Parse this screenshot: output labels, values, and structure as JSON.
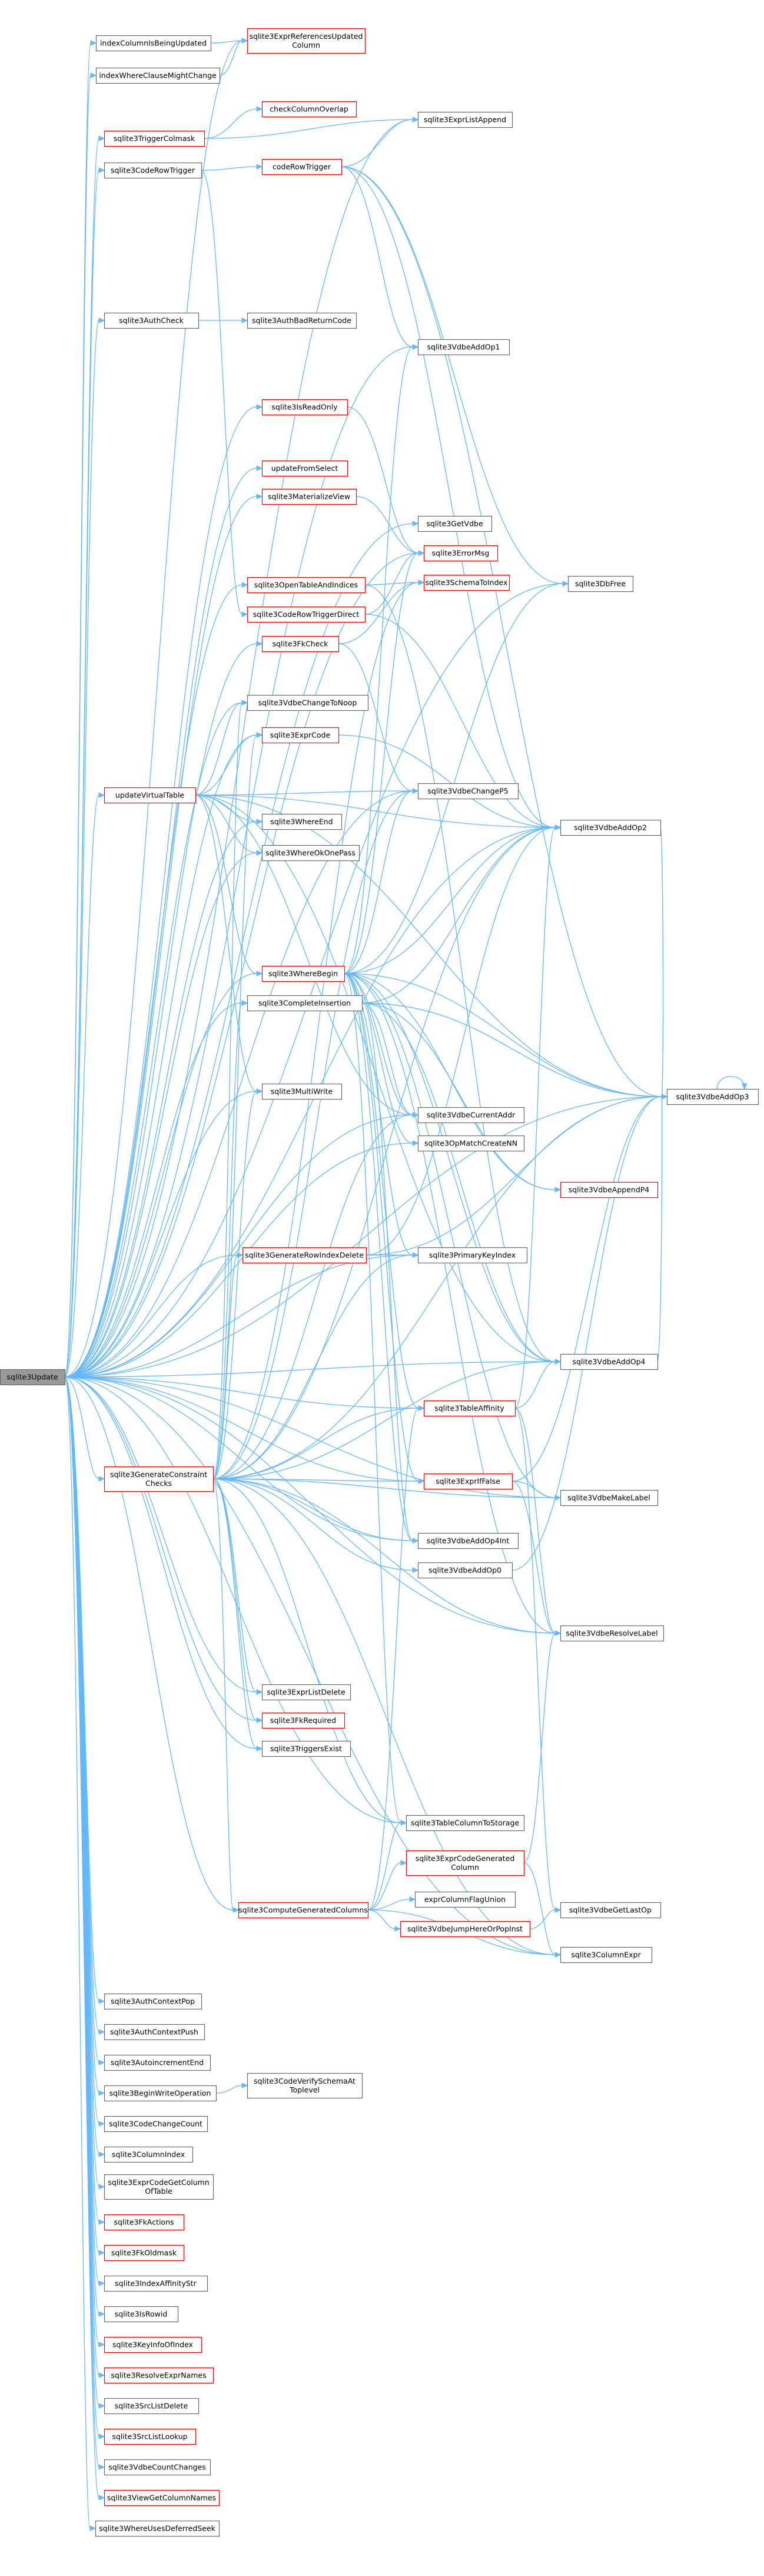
{
  "graph": {
    "root": "n0",
    "nodes": [
      {
        "id": "n0",
        "lines": [
          "sqlite3Update"
        ],
        "kind": "root"
      },
      {
        "id": "n1",
        "lines": [
          "indexColumnIsBeingUpdated"
        ],
        "kind": "normal"
      },
      {
        "id": "n2",
        "lines": [
          "indexWhereClauseMightChange"
        ],
        "kind": "normal"
      },
      {
        "id": "n3",
        "lines": [
          "sqlite3TriggerColmask"
        ],
        "kind": "red"
      },
      {
        "id": "n4",
        "lines": [
          "sqlite3CodeRowTrigger"
        ],
        "kind": "normal"
      },
      {
        "id": "n5",
        "lines": [
          "sqlite3AuthCheck"
        ],
        "kind": "normal"
      },
      {
        "id": "n6",
        "lines": [
          "updateVirtualTable"
        ],
        "kind": "red"
      },
      {
        "id": "n7",
        "lines": [
          "sqlite3GenerateConstraint",
          "Checks"
        ],
        "kind": "red"
      },
      {
        "id": "n8",
        "lines": [
          "sqlite3AuthContextPop"
        ],
        "kind": "normal"
      },
      {
        "id": "n9",
        "lines": [
          "sqlite3AuthContextPush"
        ],
        "kind": "normal"
      },
      {
        "id": "n10",
        "lines": [
          "sqlite3AutoincrementEnd"
        ],
        "kind": "normal"
      },
      {
        "id": "n11",
        "lines": [
          "sqlite3BeginWriteOperation"
        ],
        "kind": "normal"
      },
      {
        "id": "n12",
        "lines": [
          "sqlite3CodeChangeCount"
        ],
        "kind": "normal"
      },
      {
        "id": "n13",
        "lines": [
          "sqlite3ColumnIndex"
        ],
        "kind": "normal"
      },
      {
        "id": "n14",
        "lines": [
          "sqlite3ExprCodeGetColumn",
          "OfTable"
        ],
        "kind": "normal"
      },
      {
        "id": "n15",
        "lines": [
          "sqlite3FkActions"
        ],
        "kind": "red"
      },
      {
        "id": "n16",
        "lines": [
          "sqlite3FkOldmask"
        ],
        "kind": "red"
      },
      {
        "id": "n17",
        "lines": [
          "sqlite3IndexAffinityStr"
        ],
        "kind": "normal"
      },
      {
        "id": "n18",
        "lines": [
          "sqlite3IsRowid"
        ],
        "kind": "normal"
      },
      {
        "id": "n19",
        "lines": [
          "sqlite3KeyInfoOfIndex"
        ],
        "kind": "red"
      },
      {
        "id": "n20",
        "lines": [
          "sqlite3ResolveExprNames"
        ],
        "kind": "red"
      },
      {
        "id": "n21",
        "lines": [
          "sqlite3SrcListDelete"
        ],
        "kind": "normal"
      },
      {
        "id": "n22",
        "lines": [
          "sqlite3SrcListLookup"
        ],
        "kind": "red"
      },
      {
        "id": "n23",
        "lines": [
          "sqlite3VdbeCountChanges"
        ],
        "kind": "normal"
      },
      {
        "id": "n24",
        "lines": [
          "sqlite3ViewGetColumnNames"
        ],
        "kind": "red"
      },
      {
        "id": "n25",
        "lines": [
          "sqlite3WhereUsesDeferredSeek"
        ],
        "kind": "normal"
      },
      {
        "id": "n26",
        "lines": [
          "sqlite3ExprReferencesUpdated",
          "Column"
        ],
        "kind": "red"
      },
      {
        "id": "n27",
        "lines": [
          "checkColumnOverlap"
        ],
        "kind": "red"
      },
      {
        "id": "n28",
        "lines": [
          "codeRowTrigger"
        ],
        "kind": "red"
      },
      {
        "id": "n29",
        "lines": [
          "sqlite3AuthBadReturnCode"
        ],
        "kind": "normal"
      },
      {
        "id": "n30",
        "lines": [
          "sqlite3IsReadOnly"
        ],
        "kind": "red"
      },
      {
        "id": "n31",
        "lines": [
          "updateFromSelect"
        ],
        "kind": "red"
      },
      {
        "id": "n32",
        "lines": [
          "sqlite3MaterializeView"
        ],
        "kind": "red"
      },
      {
        "id": "n33",
        "lines": [
          "sqlite3OpenTableAndIndices"
        ],
        "kind": "red"
      },
      {
        "id": "n34",
        "lines": [
          "sqlite3CodeRowTriggerDirect"
        ],
        "kind": "red"
      },
      {
        "id": "n35",
        "lines": [
          "sqlite3FkCheck"
        ],
        "kind": "red"
      },
      {
        "id": "n36",
        "lines": [
          "sqlite3VdbeChangeToNoop"
        ],
        "kind": "normal"
      },
      {
        "id": "n37",
        "lines": [
          "sqlite3ExprCode"
        ],
        "kind": "red"
      },
      {
        "id": "n38",
        "lines": [
          "sqlite3WhereEnd"
        ],
        "kind": "normal"
      },
      {
        "id": "n39",
        "lines": [
          "sqlite3WhereOkOnePass"
        ],
        "kind": "normal"
      },
      {
        "id": "n40",
        "lines": [
          "sqlite3WhereBegin"
        ],
        "kind": "red"
      },
      {
        "id": "n41",
        "lines": [
          "sqlite3CompleteInsertion"
        ],
        "kind": "normal"
      },
      {
        "id": "n42",
        "lines": [
          "sqlite3MultiWrite"
        ],
        "kind": "normal"
      },
      {
        "id": "n43",
        "lines": [
          "sqlite3GenerateRowIndexDelete"
        ],
        "kind": "red"
      },
      {
        "id": "n44",
        "lines": [
          "sqlite3ExprListDelete"
        ],
        "kind": "normal"
      },
      {
        "id": "n45",
        "lines": [
          "sqlite3FkRequired"
        ],
        "kind": "red"
      },
      {
        "id": "n46",
        "lines": [
          "sqlite3TriggersExist"
        ],
        "kind": "normal"
      },
      {
        "id": "n47",
        "lines": [
          "sqlite3ComputeGeneratedColumns"
        ],
        "kind": "red"
      },
      {
        "id": "n48",
        "lines": [
          "sqlite3CodeVerifySchemaAt",
          "Toplevel"
        ],
        "kind": "normal"
      },
      {
        "id": "n49",
        "lines": [
          "sqlite3ExprListAppend"
        ],
        "kind": "normal"
      },
      {
        "id": "n50",
        "lines": [
          "sqlite3VdbeAddOp1"
        ],
        "kind": "normal"
      },
      {
        "id": "n51",
        "lines": [
          "sqlite3GetVdbe"
        ],
        "kind": "normal"
      },
      {
        "id": "n52",
        "lines": [
          "sqlite3ErrorMsg"
        ],
        "kind": "red"
      },
      {
        "id": "n53",
        "lines": [
          "sqlite3SchemaToIndex"
        ],
        "kind": "red"
      },
      {
        "id": "n54",
        "lines": [
          "sqlite3VdbeChangeP5"
        ],
        "kind": "normal"
      },
      {
        "id": "n55",
        "lines": [
          "sqlite3VdbeCurrentAddr"
        ],
        "kind": "normal"
      },
      {
        "id": "n56",
        "lines": [
          "sqlite3OpMatchCreateNN"
        ],
        "kind": "normal"
      },
      {
        "id": "n57",
        "lines": [
          "sqlite3PrimaryKeyIndex"
        ],
        "kind": "normal"
      },
      {
        "id": "n58",
        "lines": [
          "sqlite3TableAffinity"
        ],
        "kind": "red"
      },
      {
        "id": "n59",
        "lines": [
          "sqlite3ExprIfFalse"
        ],
        "kind": "red"
      },
      {
        "id": "n60",
        "lines": [
          "sqlite3VdbeAddOp4Int"
        ],
        "kind": "normal"
      },
      {
        "id": "n61",
        "lines": [
          "sqlite3VdbeAddOp0"
        ],
        "kind": "normal"
      },
      {
        "id": "n62",
        "lines": [
          "sqlite3TableColumnToStorage"
        ],
        "kind": "normal"
      },
      {
        "id": "n63",
        "lines": [
          "sqlite3ExprCodeGenerated",
          "Column"
        ],
        "kind": "red"
      },
      {
        "id": "n64",
        "lines": [
          "exprColumnFlagUnion"
        ],
        "kind": "normal"
      },
      {
        "id": "n65",
        "lines": [
          "sqlite3VdbeJumpHereOrPopInst"
        ],
        "kind": "red"
      },
      {
        "id": "n66",
        "lines": [
          "sqlite3DbFree"
        ],
        "kind": "normal"
      },
      {
        "id": "n67",
        "lines": [
          "sqlite3VdbeAddOp2"
        ],
        "kind": "normal"
      },
      {
        "id": "n68",
        "lines": [
          "sqlite3VdbeAppendP4"
        ],
        "kind": "red"
      },
      {
        "id": "n69",
        "lines": [
          "sqlite3VdbeAddOp4"
        ],
        "kind": "normal"
      },
      {
        "id": "n70",
        "lines": [
          "sqlite3VdbeMakeLabel"
        ],
        "kind": "normal"
      },
      {
        "id": "n71",
        "lines": [
          "sqlite3VdbeResolveLabel"
        ],
        "kind": "normal"
      },
      {
        "id": "n72",
        "lines": [
          "sqlite3VdbeGetLastOp"
        ],
        "kind": "normal"
      },
      {
        "id": "n73",
        "lines": [
          "sqlite3ColumnExpr"
        ],
        "kind": "normal"
      },
      {
        "id": "n74",
        "lines": [
          "sqlite3VdbeAddOp3"
        ],
        "kind": "normal"
      }
    ],
    "edges": [
      [
        "n0",
        "n1"
      ],
      [
        "n0",
        "n2"
      ],
      [
        "n0",
        "n3"
      ],
      [
        "n0",
        "n4"
      ],
      [
        "n0",
        "n5"
      ],
      [
        "n0",
        "n6"
      ],
      [
        "n0",
        "n7"
      ],
      [
        "n0",
        "n8"
      ],
      [
        "n0",
        "n9"
      ],
      [
        "n0",
        "n10"
      ],
      [
        "n0",
        "n11"
      ],
      [
        "n0",
        "n12"
      ],
      [
        "n0",
        "n13"
      ],
      [
        "n0",
        "n14"
      ],
      [
        "n0",
        "n15"
      ],
      [
        "n0",
        "n16"
      ],
      [
        "n0",
        "n17"
      ],
      [
        "n0",
        "n18"
      ],
      [
        "n0",
        "n19"
      ],
      [
        "n0",
        "n20"
      ],
      [
        "n0",
        "n21"
      ],
      [
        "n0",
        "n22"
      ],
      [
        "n0",
        "n23"
      ],
      [
        "n0",
        "n24"
      ],
      [
        "n0",
        "n25"
      ],
      [
        "n0",
        "n26"
      ],
      [
        "n0",
        "n30"
      ],
      [
        "n0",
        "n31"
      ],
      [
        "n0",
        "n32"
      ],
      [
        "n0",
        "n33"
      ],
      [
        "n0",
        "n35"
      ],
      [
        "n0",
        "n36"
      ],
      [
        "n0",
        "n37"
      ],
      [
        "n0",
        "n38"
      ],
      [
        "n0",
        "n39"
      ],
      [
        "n0",
        "n40"
      ],
      [
        "n0",
        "n41"
      ],
      [
        "n0",
        "n42"
      ],
      [
        "n0",
        "n43"
      ],
      [
        "n0",
        "n44"
      ],
      [
        "n0",
        "n45"
      ],
      [
        "n0",
        "n46"
      ],
      [
        "n0",
        "n47"
      ],
      [
        "n0",
        "n49"
      ],
      [
        "n0",
        "n50"
      ],
      [
        "n0",
        "n51"
      ],
      [
        "n0",
        "n52"
      ],
      [
        "n0",
        "n54"
      ],
      [
        "n0",
        "n55"
      ],
      [
        "n0",
        "n56"
      ],
      [
        "n0",
        "n57"
      ],
      [
        "n0",
        "n58"
      ],
      [
        "n0",
        "n59"
      ],
      [
        "n0",
        "n60"
      ],
      [
        "n0",
        "n62"
      ],
      [
        "n0",
        "n66"
      ],
      [
        "n0",
        "n67"
      ],
      [
        "n0",
        "n69"
      ],
      [
        "n0",
        "n70"
      ],
      [
        "n0",
        "n71"
      ],
      [
        "n0",
        "n73"
      ],
      [
        "n0",
        "n74"
      ],
      [
        "n1",
        "n26"
      ],
      [
        "n2",
        "n26"
      ],
      [
        "n3",
        "n27"
      ],
      [
        "n3",
        "n49"
      ],
      [
        "n4",
        "n28"
      ],
      [
        "n4",
        "n34"
      ],
      [
        "n5",
        "n29"
      ],
      [
        "n28",
        "n49"
      ],
      [
        "n28",
        "n50"
      ],
      [
        "n28",
        "n66"
      ],
      [
        "n28",
        "n67"
      ],
      [
        "n28",
        "n74"
      ],
      [
        "n30",
        "n52"
      ],
      [
        "n32",
        "n52"
      ],
      [
        "n33",
        "n53"
      ],
      [
        "n33",
        "n69"
      ],
      [
        "n34",
        "n52"
      ],
      [
        "n34",
        "n67"
      ],
      [
        "n35",
        "n53"
      ],
      [
        "n35",
        "n54"
      ],
      [
        "n37",
        "n67"
      ],
      [
        "n6",
        "n36"
      ],
      [
        "n6",
        "n37"
      ],
      [
        "n6",
        "n38"
      ],
      [
        "n6",
        "n39"
      ],
      [
        "n6",
        "n40"
      ],
      [
        "n6",
        "n42"
      ],
      [
        "n6",
        "n54"
      ],
      [
        "n6",
        "n55"
      ],
      [
        "n6",
        "n67"
      ],
      [
        "n6",
        "n69"
      ],
      [
        "n6",
        "n74"
      ],
      [
        "n40",
        "n50"
      ],
      [
        "n40",
        "n52"
      ],
      [
        "n40",
        "n54"
      ],
      [
        "n40",
        "n55"
      ],
      [
        "n40",
        "n56"
      ],
      [
        "n40",
        "n57"
      ],
      [
        "n40",
        "n58"
      ],
      [
        "n40",
        "n59"
      ],
      [
        "n40",
        "n60"
      ],
      [
        "n40",
        "n62"
      ],
      [
        "n40",
        "n66"
      ],
      [
        "n40",
        "n67"
      ],
      [
        "n40",
        "n68"
      ],
      [
        "n40",
        "n69"
      ],
      [
        "n40",
        "n70"
      ],
      [
        "n40",
        "n71"
      ],
      [
        "n40",
        "n74"
      ],
      [
        "n41",
        "n55"
      ],
      [
        "n41",
        "n60"
      ],
      [
        "n41",
        "n67"
      ],
      [
        "n41",
        "n68"
      ],
      [
        "n41",
        "n69"
      ],
      [
        "n41",
        "n74"
      ],
      [
        "n43",
        "n57"
      ],
      [
        "n43",
        "n67"
      ],
      [
        "n43",
        "n74"
      ],
      [
        "n7",
        "n36"
      ],
      [
        "n7",
        "n37"
      ],
      [
        "n7",
        "n41"
      ],
      [
        "n7",
        "n42"
      ],
      [
        "n7",
        "n43"
      ],
      [
        "n7",
        "n44"
      ],
      [
        "n7",
        "n45"
      ],
      [
        "n7",
        "n46"
      ],
      [
        "n7",
        "n47"
      ],
      [
        "n7",
        "n53"
      ],
      [
        "n7",
        "n54"
      ],
      [
        "n7",
        "n55"
      ],
      [
        "n7",
        "n57"
      ],
      [
        "n7",
        "n58"
      ],
      [
        "n7",
        "n59"
      ],
      [
        "n7",
        "n60"
      ],
      [
        "n7",
        "n61"
      ],
      [
        "n7",
        "n62"
      ],
      [
        "n7",
        "n67"
      ],
      [
        "n7",
        "n69"
      ],
      [
        "n7",
        "n70"
      ],
      [
        "n7",
        "n71"
      ],
      [
        "n7",
        "n73"
      ],
      [
        "n7",
        "n74"
      ],
      [
        "n11",
        "n48"
      ],
      [
        "n47",
        "n58"
      ],
      [
        "n47",
        "n62"
      ],
      [
        "n47",
        "n63"
      ],
      [
        "n47",
        "n64"
      ],
      [
        "n47",
        "n65"
      ],
      [
        "n47",
        "n73"
      ],
      [
        "n58",
        "n67"
      ],
      [
        "n58",
        "n69"
      ],
      [
        "n58",
        "n71"
      ],
      [
        "n58",
        "n72"
      ],
      [
        "n59",
        "n70"
      ],
      [
        "n59",
        "n71"
      ],
      [
        "n59",
        "n74"
      ],
      [
        "n63",
        "n71"
      ],
      [
        "n63",
        "n73"
      ],
      [
        "n65",
        "n72"
      ],
      [
        "n67",
        "n74"
      ],
      [
        "n69",
        "n74"
      ],
      [
        "n61",
        "n74"
      ],
      [
        "n74",
        "n74"
      ]
    ]
  }
}
